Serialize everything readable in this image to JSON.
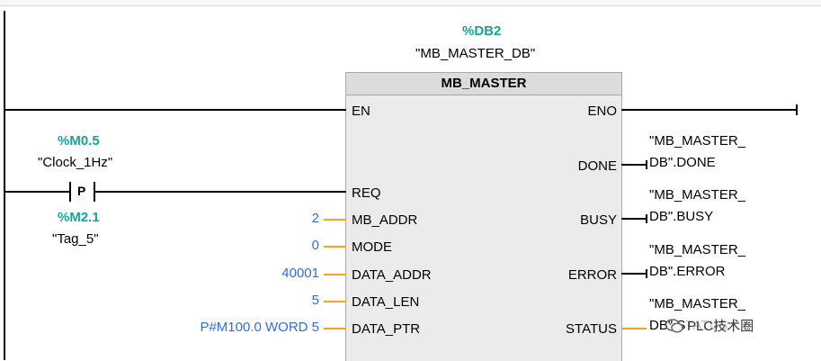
{
  "block": {
    "instance_address": "%DB2",
    "instance_name": "\"MB_MASTER_DB\"",
    "type": "MB_MASTER"
  },
  "contact": {
    "operand_address": "%M0.5",
    "operand_name": "\"Clock_1Hz\"",
    "type_label": "P",
    "edge_address": "%M2.1",
    "edge_name": "\"Tag_5\""
  },
  "inputs": [
    {
      "pin": "EN",
      "value": ""
    },
    {
      "pin": "REQ",
      "value": ""
    },
    {
      "pin": "MB_ADDR",
      "value": "2"
    },
    {
      "pin": "MODE",
      "value": "0"
    },
    {
      "pin": "DATA_ADDR",
      "value": "40001"
    },
    {
      "pin": "DATA_LEN",
      "value": "5"
    },
    {
      "pin": "DATA_PTR",
      "value": "P#M100.0 WORD 5"
    }
  ],
  "outputs": [
    {
      "pin": "ENO",
      "line1": "",
      "line2": ""
    },
    {
      "pin": "DONE",
      "line1": "\"MB_MASTER_",
      "line2": "DB\".DONE"
    },
    {
      "pin": "BUSY",
      "line1": "\"MB_MASTER_",
      "line2": "DB\".BUSY"
    },
    {
      "pin": "ERROR",
      "line1": "\"MB_MASTER_",
      "line2": "DB\".ERROR"
    },
    {
      "pin": "STATUS",
      "line1": "\"MB_MASTER_",
      "line2": "DB\".STATUS"
    }
  ],
  "watermark": "PLC技术圈",
  "colors": {
    "address": "#17a39a",
    "constant": "#2f6fd6",
    "wire": "#f5a11b",
    "block_fill": "#ebebeb"
  }
}
